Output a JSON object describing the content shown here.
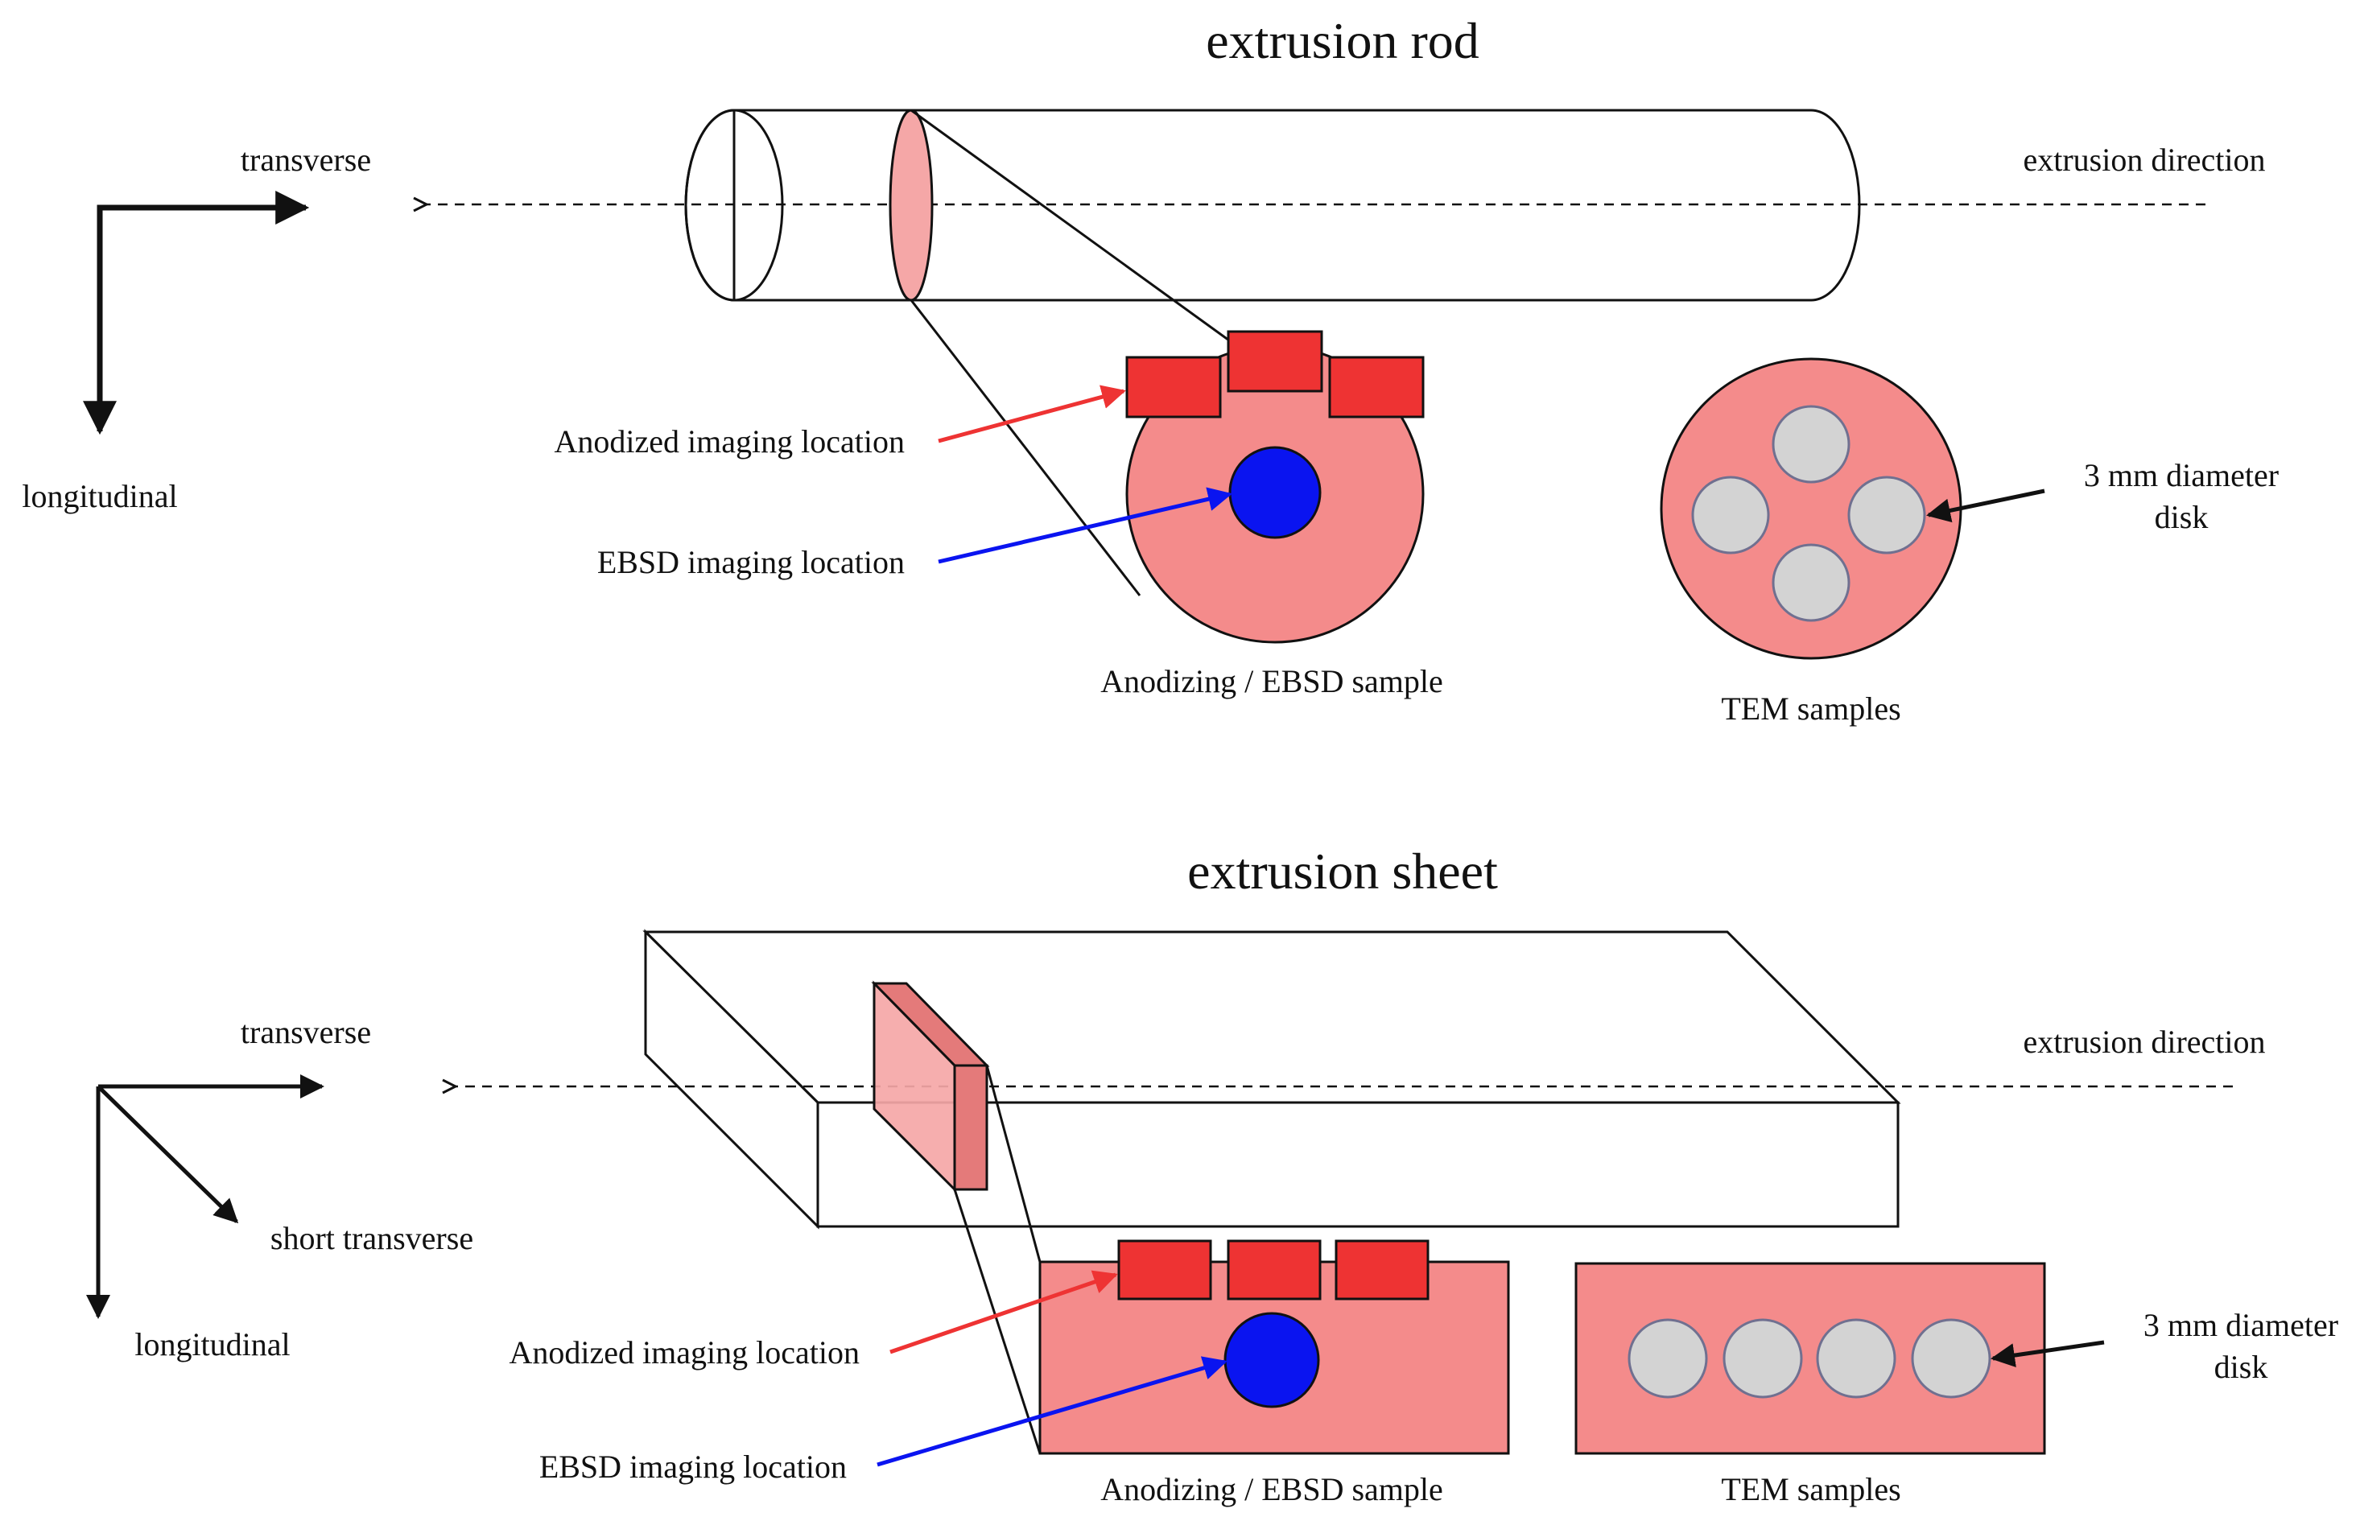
{
  "rod": {
    "title": "extrusion rod",
    "axis_horizontal": "transverse",
    "axis_vertical": "longitudinal",
    "direction": "extrusion direction",
    "anodized_label": "Anodized imaging location",
    "ebsd_label": "EBSD imaging location",
    "sample_caption": "Anodizing / EBSD sample",
    "tem_caption": "TEM samples",
    "disk_label_line1": "3 mm diameter",
    "disk_label_line2": "disk"
  },
  "sheet": {
    "title": "extrusion sheet",
    "axis_horizontal": "transverse",
    "axis_diagonal": "short transverse",
    "axis_vertical": "longitudinal",
    "direction": "extrusion direction",
    "anodized_label": "Anodized imaging location",
    "ebsd_label": "EBSD imaging location",
    "sample_caption": "Anodizing / EBSD sample",
    "tem_caption": "TEM samples",
    "disk_label_line1": "3 mm diameter",
    "disk_label_line2": "disk"
  },
  "colors": {
    "sample_fill": "#f48b8b",
    "slice_fill": "#f5a7a7",
    "imaging_red": "#ee3333",
    "ebsd_blue": "#0a14f0",
    "disk_gray": "#d3d3d3",
    "outline": "#111111"
  }
}
